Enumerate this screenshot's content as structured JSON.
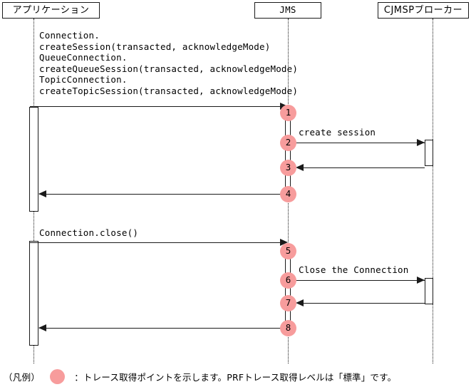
{
  "diagram": {
    "type": "sequence-diagram",
    "accent_color": "#F79C9C",
    "line_color": "#1a1a1a",
    "background": "#ffffff",
    "participants": [
      {
        "id": "app",
        "label": "アプリケーション"
      },
      {
        "id": "jms",
        "label": "JMS"
      },
      {
        "id": "broker",
        "label": "CJMSPブローカー"
      }
    ],
    "blocks": [
      {
        "id": "create-session-block",
        "call_text": "Connection.\ncreateSession(transacted, acknowledgeMode)\nQueueConnection.\ncreateQueueSession(transacted, acknowledgeMode)\nTopicConnection.\ncreateTopicSession(transacted, acknowledgeMode)",
        "call_lines": [
          "Connection.",
          "createSession(transacted, acknowledgeMode)",
          "QueueConnection.",
          "createQueueSession(transacted, acknowledgeMode)",
          "TopicConnection.",
          "createTopicSession(transacted, acknowledgeMode)"
        ],
        "broker_label": "create session"
      },
      {
        "id": "close-connection-block",
        "call_text": "Connection.close()",
        "call_lines": [
          "Connection.close()"
        ],
        "broker_label": "Close the Connection"
      }
    ],
    "trace_points": [
      {
        "n": "1",
        "block": "create-session-block"
      },
      {
        "n": "2",
        "block": "create-session-block"
      },
      {
        "n": "3",
        "block": "create-session-block"
      },
      {
        "n": "4",
        "block": "create-session-block"
      },
      {
        "n": "5",
        "block": "close-connection-block"
      },
      {
        "n": "6",
        "block": "close-connection-block"
      },
      {
        "n": "7",
        "block": "close-connection-block"
      },
      {
        "n": "8",
        "block": "close-connection-block"
      }
    ],
    "legend": {
      "prefix": "（凡例）",
      "swatch_color": "#F79C9C",
      "text": "：トレース取得ポイントを示します。PRFトレース取得レベルは「標準」です。"
    }
  }
}
